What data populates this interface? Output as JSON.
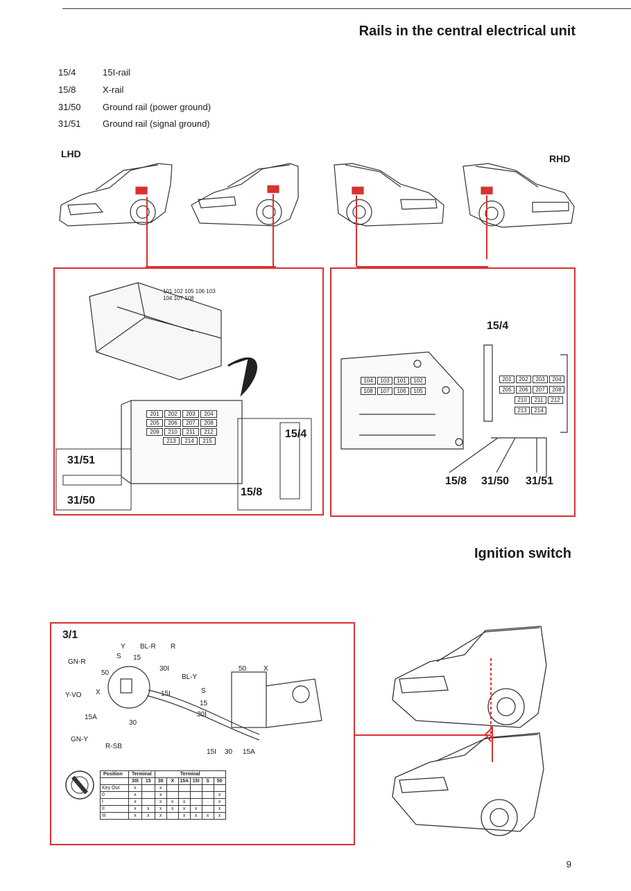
{
  "header": {
    "title_rails": "Rails in the central electrical unit",
    "title_ignition": "Ignition switch"
  },
  "rails_legend": [
    {
      "code": "15/4",
      "desc": "15I-rail"
    },
    {
      "code": "15/8",
      "desc": "X-rail"
    },
    {
      "code": "31/50",
      "desc": "Ground rail (power ground)"
    },
    {
      "code": "31/51",
      "desc": "Ground rail (signal ground)"
    }
  ],
  "labels": {
    "lhd": "LHD",
    "rhd": "RHD",
    "r_15_4": "15/4",
    "r_15_8": "15/8",
    "r_31_50": "31/50",
    "r_31_51": "31/51",
    "ign_ref": "3/1"
  },
  "fuse_left": {
    "top_numbers": [
      "101",
      "102",
      "105",
      "106",
      "103",
      "104",
      "107",
      "108"
    ],
    "rows": [
      [
        "201",
        "202",
        "203",
        "204"
      ],
      [
        "205",
        "206",
        "207",
        "208"
      ],
      [
        "209",
        "210",
        "211",
        "212"
      ],
      [
        "213",
        "214",
        "215"
      ]
    ]
  },
  "fuse_right": {
    "small_rows": [
      [
        "104",
        "103",
        "101",
        "102"
      ],
      [
        "108",
        "107",
        "106",
        "105"
      ]
    ],
    "rows": [
      [
        "201",
        "202",
        "203",
        "204"
      ],
      [
        "205",
        "206",
        "207",
        "208"
      ],
      [
        "210",
        "211",
        "212"
      ],
      [
        "213",
        "214"
      ]
    ]
  },
  "ignition": {
    "wire_labels": [
      "Y",
      "BL-R",
      "R",
      "GN-R",
      "S",
      "15",
      "50",
      "30I",
      "BL-Y",
      "X",
      "15I",
      "Y-VO",
      "15A",
      "30",
      "GN-Y",
      "R-SB"
    ],
    "terminal_labels": [
      "50",
      "X",
      "S",
      "15",
      "30I",
      "15I",
      "30",
      "15A"
    ],
    "table": {
      "col_position": "Position",
      "col_terminal_1": "Terminal",
      "col_terminal_2": "Terminal",
      "terminals_1": [
        "30I",
        "15"
      ],
      "terminals_2": [
        "30",
        "X",
        "15A",
        "15I",
        "S",
        "50"
      ],
      "rows": [
        {
          "pos": "Key Out",
          "marks": [
            "x",
            "",
            "x",
            "",
            "",
            "",
            "",
            ""
          ]
        },
        {
          "pos": "0",
          "marks": [
            "x",
            "",
            "x",
            "",
            "",
            "",
            "",
            "x"
          ]
        },
        {
          "pos": "I",
          "marks": [
            "x",
            "",
            "x",
            "x",
            "x",
            "",
            "",
            "x"
          ]
        },
        {
          "pos": "II",
          "marks": [
            "x",
            "x",
            "x",
            "x",
            "x",
            "x",
            "",
            "x"
          ]
        },
        {
          "pos": "III",
          "marks": [
            "x",
            "x",
            "x",
            "",
            "x",
            "x",
            "x",
            "x"
          ]
        }
      ]
    }
  },
  "page_number": "9",
  "colors": {
    "accent_red": "#d8322f",
    "ink": "#1a1a1a"
  }
}
